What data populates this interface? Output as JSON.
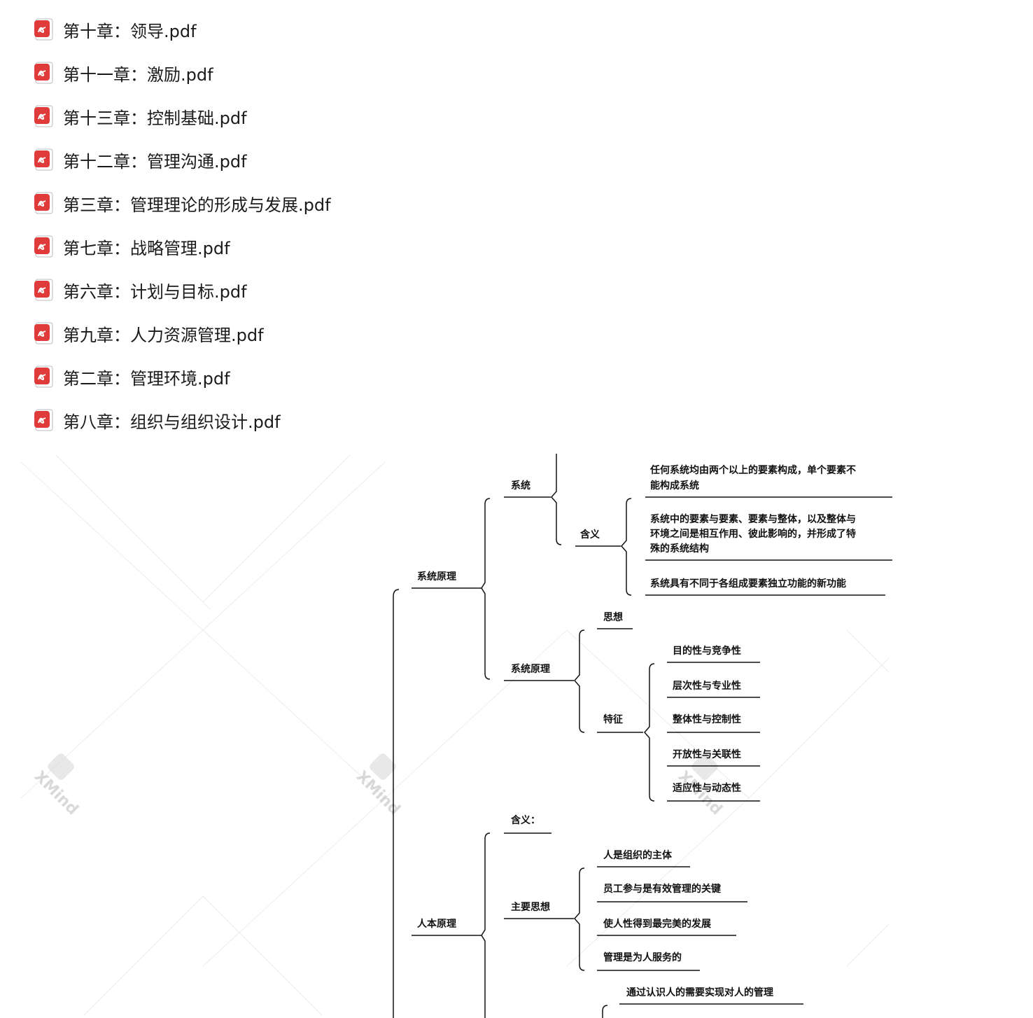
{
  "files": [
    {
      "name": "第十章：领导.pdf",
      "icon": "pdf-file-icon"
    },
    {
      "name": "第十一章：激励.pdf",
      "icon": "pdf-file-icon"
    },
    {
      "name": "第十三章：控制基础.pdf",
      "icon": "pdf-file-icon"
    },
    {
      "name": "第十二章：管理沟通.pdf",
      "icon": "pdf-file-icon"
    },
    {
      "name": "第三章：管理理论的形成与发展.pdf",
      "icon": "pdf-file-icon"
    },
    {
      "name": "第七章：战略管理.pdf",
      "icon": "pdf-file-icon"
    },
    {
      "name": "第六章：计划与目标.pdf",
      "icon": "pdf-file-icon"
    },
    {
      "name": "第九章：人力资源管理.pdf",
      "icon": "pdf-file-icon"
    },
    {
      "name": "第二章：管理环境.pdf",
      "icon": "pdf-file-icon"
    },
    {
      "name": "第八章：组织与组织设计.pdf",
      "icon": "pdf-file-icon"
    }
  ],
  "mindmap": {
    "watermark": "XMind",
    "system_principle": {
      "label": "系统原理",
      "system": {
        "label": "系统",
        "meaning": {
          "label": "含义",
          "items": [
            [
              "任何系统均由两个以上的要素构成，单个要素不",
              "能构成系统"
            ],
            [
              "系统中的要素与要素、要素与整体，以及整体与",
              "环境之间是相互作用、彼此影响的，并形成了特",
              "殊的系统结构"
            ],
            [
              "系统具有不同于各组成要素独立功能的新功能"
            ]
          ]
        }
      },
      "principle": {
        "label": "系统原理",
        "idea": "思想",
        "features": {
          "label": "特征",
          "items": [
            "目的性与竞争性",
            "层次性与专业性",
            "整体性与控制性",
            "开放性与关联性",
            "适应性与动态性"
          ]
        }
      }
    },
    "human_principle": {
      "label": "人本原理",
      "meaning": "含义：",
      "main_ideas": {
        "label": "主要思想",
        "items": [
          "人是组织的主体",
          "员工参与是有效管理的关键",
          "使人性得到最完美的发展",
          "管理是为人服务的"
        ]
      },
      "extra": "通过认识人的需要实现对人的管理"
    }
  }
}
